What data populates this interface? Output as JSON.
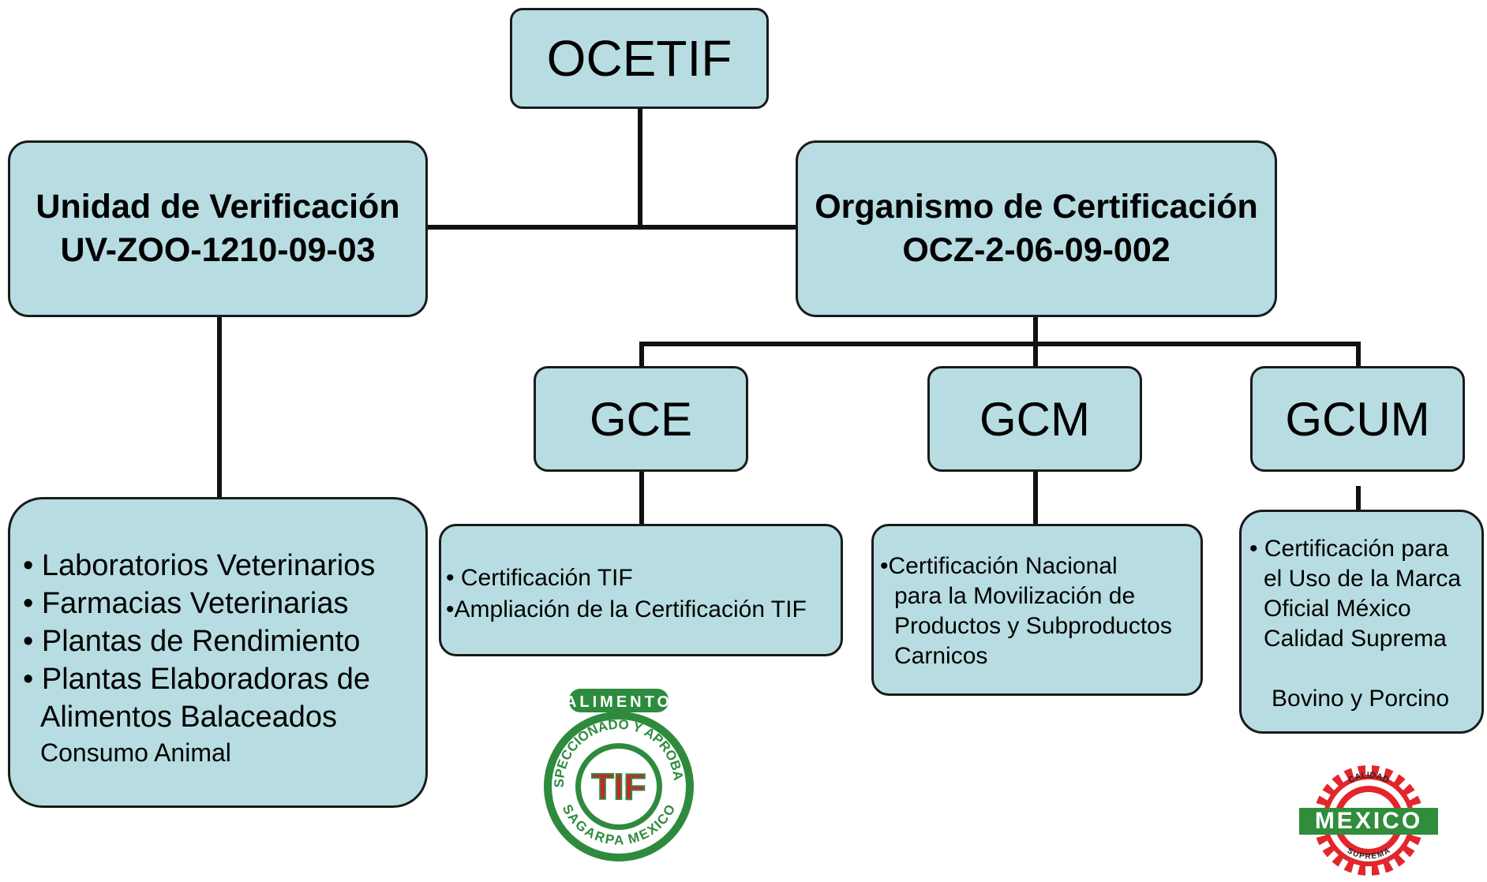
{
  "colors": {
    "box_fill": "#b7dde2",
    "box_border": "#1a1a1a",
    "connector": "#111111",
    "tif_green": "#2e8b3e",
    "tif_red": "#d0202a",
    "mexico_red": "#e3262b",
    "mexico_green": "#2f8d3c"
  },
  "root": {
    "label": "OCETIF"
  },
  "uv": {
    "title": "Unidad de Verificación",
    "code": "UV-ZOO-1210-09-03"
  },
  "oc": {
    "title": "Organismo de Certificación",
    "code": "OCZ-2-06-09-002"
  },
  "uv_items": {
    "items": [
      "• Laboratorios Veterinarios",
      "• Farmacias Veterinarias",
      "• Plantas de Rendimiento",
      "• Plantas Elaboradoras de"
    ],
    "cont": "Alimentos Balaceados",
    "note": "Consumo Animal"
  },
  "gce": {
    "label": "GCE",
    "items": [
      "• Certificación TIF",
      "•Ampliación de la Certificación TIF"
    ]
  },
  "gcm": {
    "label": "GCM",
    "lines": [
      "•Certificación Nacional",
      "para la Movilización de",
      "Productos y Subproductos",
      "Carnicos"
    ]
  },
  "gcum": {
    "label": "GCUM",
    "lines": [
      "• Certificación para",
      "el Uso de la Marca",
      "Oficial México",
      "Calidad Suprema"
    ],
    "extra": "Bovino y Porcino"
  },
  "tif_logo": {
    "top": "ALIMENTO",
    "arc_top": "INSPECCIONADO Y APROBADO",
    "center": "TIF",
    "arc_bottom": "SAGARPA MEXICO",
    "icon": "tif-seal-icon"
  },
  "mexico_logo": {
    "top": "CALIDAD",
    "center": "MEXICO",
    "bottom": "SUPREMA",
    "icon": "mexico-calidad-suprema-icon"
  }
}
